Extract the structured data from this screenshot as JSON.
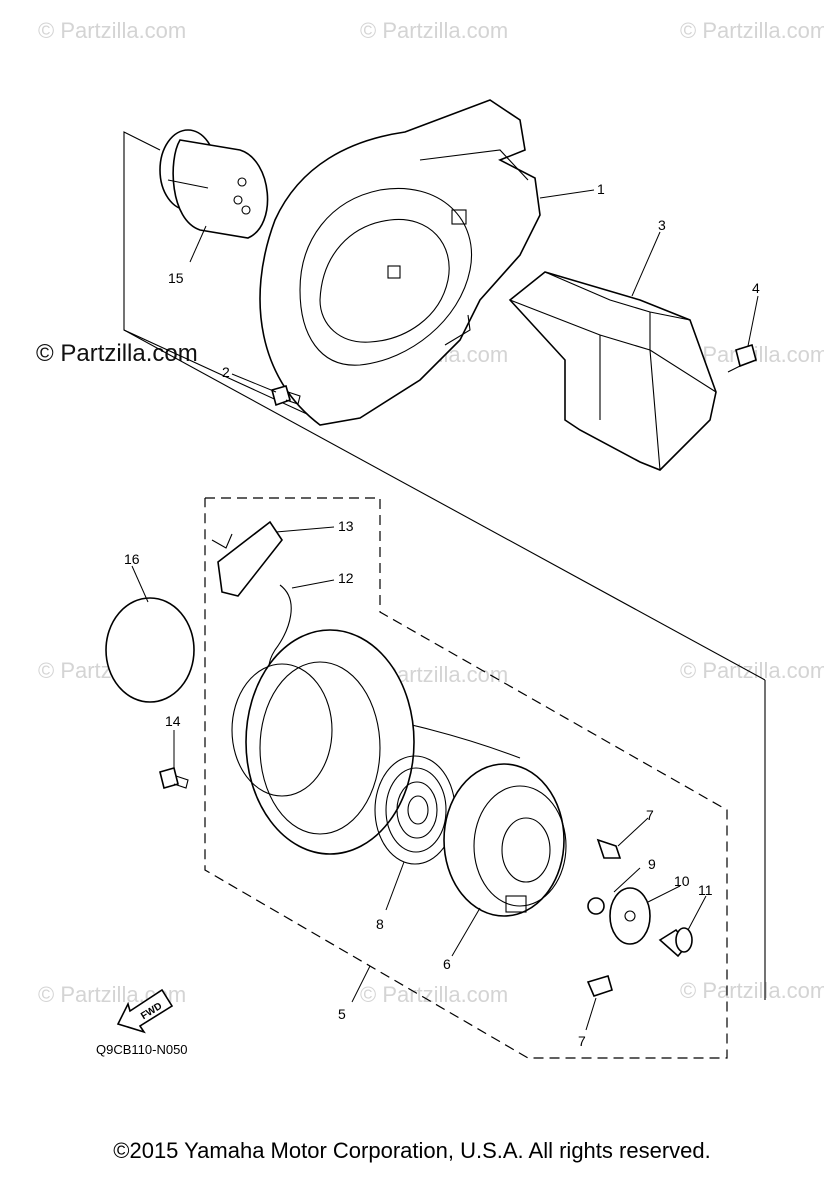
{
  "watermarks": {
    "small": "© Partzilla.com",
    "strong": "© Partzilla.com"
  },
  "callouts": [
    "1",
    "2",
    "3",
    "4",
    "5",
    "6",
    "7",
    "7",
    "8",
    "9",
    "10",
    "11",
    "12",
    "13",
    "14",
    "15",
    "16"
  ],
  "fwd_label": "FWD",
  "diagram_code": "Q9CB110-N050",
  "copyright": "©2015  Yamaha Motor Corporation, U.S.A. All rights reserved.",
  "colors": {
    "line": "#000000",
    "watermark": "#d4d4d4",
    "background": "#ffffff"
  }
}
